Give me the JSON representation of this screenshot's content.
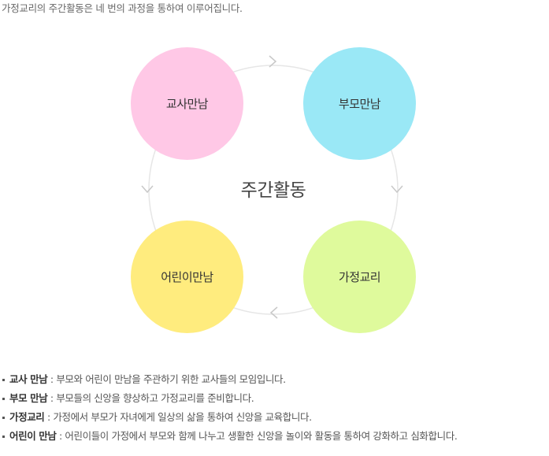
{
  "intro": "가정교리의 주간활동은 네 번의 과정을 통하여 이루어집니다.",
  "diagram": {
    "center": "주간활동",
    "nodes": {
      "teacher": {
        "label": "교사만남",
        "color": "#ffc8e6"
      },
      "parent": {
        "label": "부모만남",
        "color": "#9ae8f6"
      },
      "child": {
        "label": "어린이만남",
        "color": "#ffec7e"
      },
      "family": {
        "label": "가정교리",
        "color": "#dffa9c"
      }
    },
    "ring_color": "#e6e6e6",
    "arrow_color": "#c8c8c8"
  },
  "legend": [
    {
      "term": "교사 만남",
      "desc": " : 부모와 어린이 만남을 주관하기 위한 교사들의 모임입니다."
    },
    {
      "term": "부모 만남",
      "desc": " : 부모들의 신앙을 향상하고 가정교리를 준비합니다."
    },
    {
      "term": "가정교리",
      "desc": " : 가정에서 부모가 자녀에게 일상의 삶을 통하여 신앙을 교육합니다."
    },
    {
      "term": "어린이 만남",
      "desc": " : 어린이들이 가정에서 부모와 함께 나누고 생활한 신앙을 놀이와 활동을 통하여 강화하고  심화합니다."
    }
  ]
}
